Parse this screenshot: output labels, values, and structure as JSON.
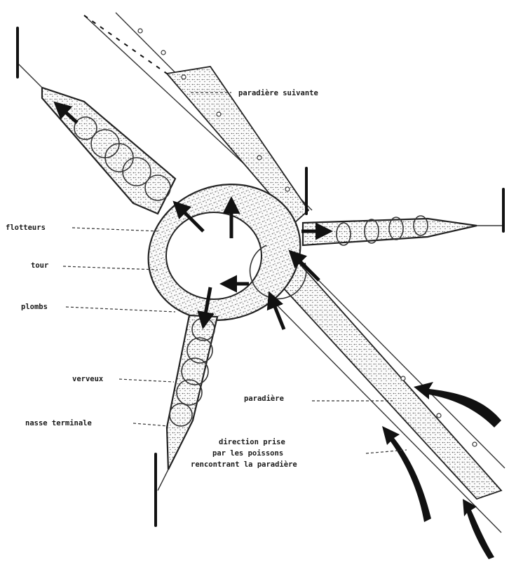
{
  "labels": {
    "paradiere_suivante": "paradière suivante",
    "flotteurs": "flotteurs",
    "tour": "tour",
    "plombs": "plombs",
    "verveux": "verveux",
    "paradiere": "paradière",
    "nasse_terminale": "nasse terminale",
    "direction_line1": "direction prise",
    "direction_line2": "par les poissons",
    "direction_line3": "rencontrant la paradière"
  },
  "colors": {
    "ink": "#1a1a1a",
    "paper": "#ffffff"
  }
}
